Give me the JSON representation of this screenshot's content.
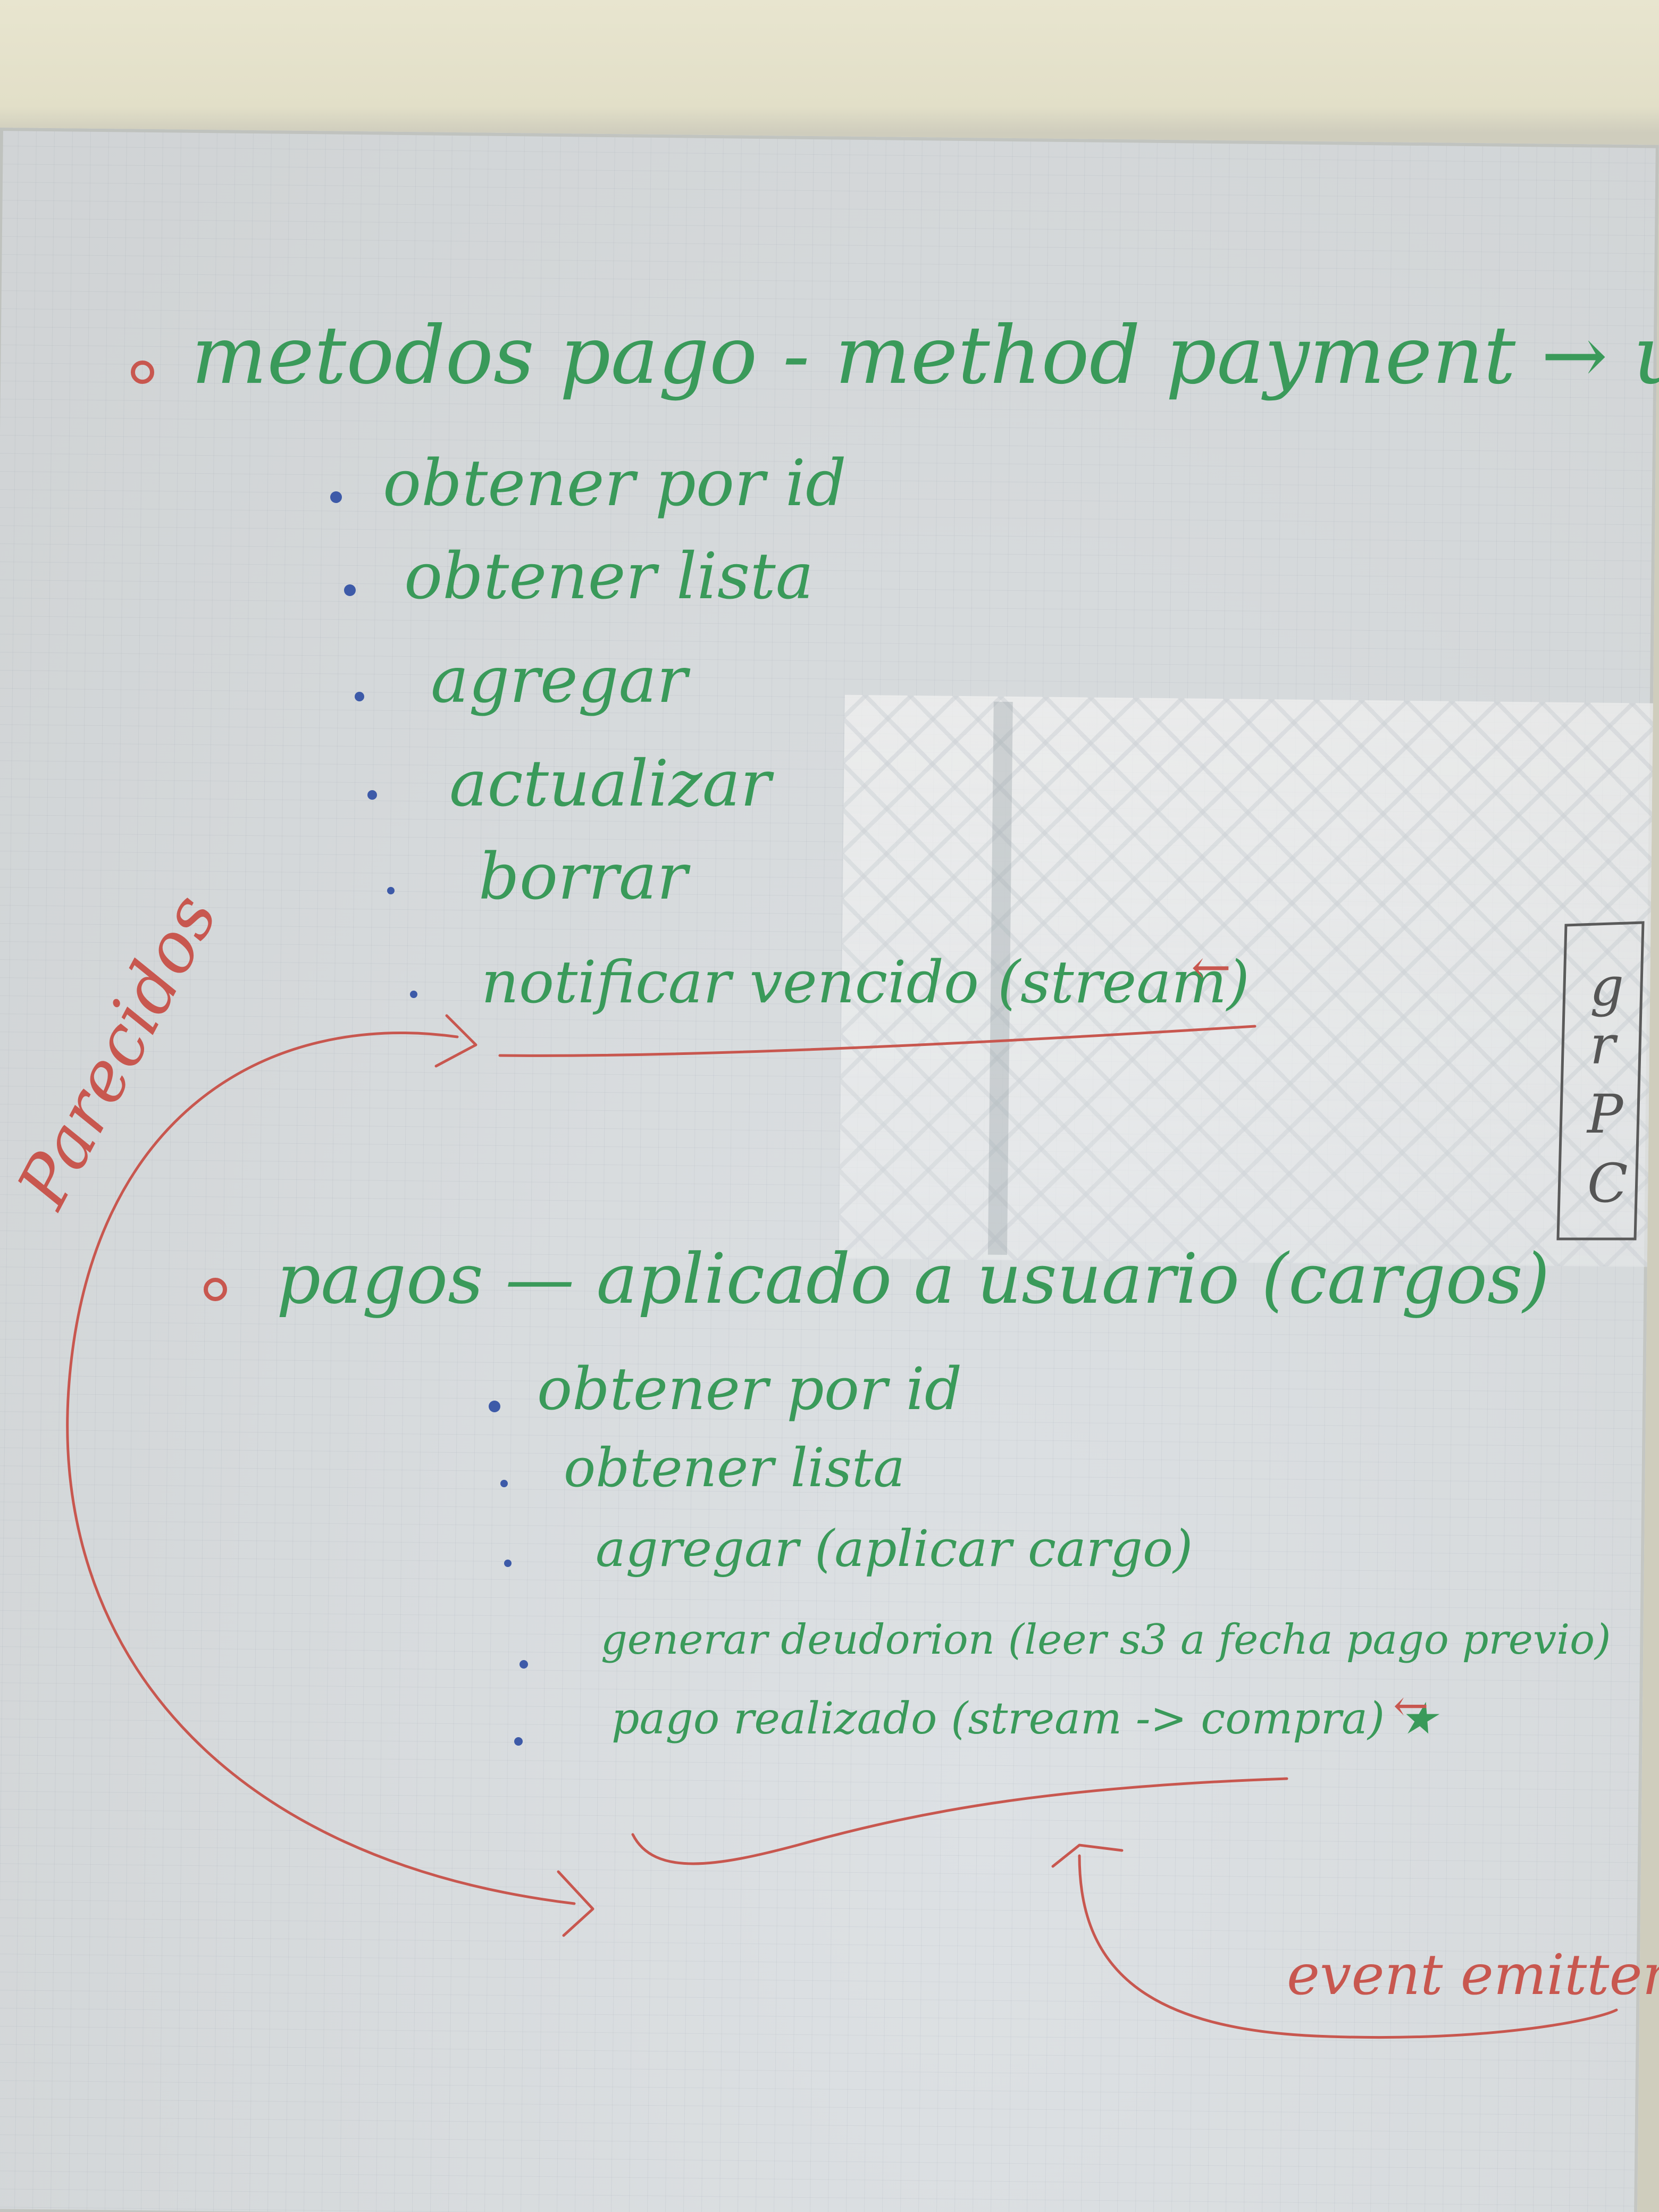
{
  "whiteboard": {
    "section1": {
      "heading": "metodos pago - method payment → use",
      "items": [
        "obtener por id",
        "obtener lista",
        "agregar",
        "actualizar",
        "borrar",
        "notificar vencido (stream)"
      ],
      "item_marker": "←"
    },
    "section2": {
      "heading": "pagos — aplicado a usuario (cargos)",
      "items": [
        "obtener por id",
        "obtener lista",
        "agregar (aplicar cargo)",
        "generar deudorion (leer s3 a fecha pago previo)",
        "pago realizado (stream -> compra) ★"
      ],
      "item_marker": "←"
    },
    "side_label": "Parecidos",
    "box_label": [
      "g",
      "r",
      "P",
      "C"
    ],
    "bottom_label": "event emitter",
    "colors": {
      "green_marker": "#3a9a5a",
      "red_marker": "#c8574f",
      "blue_marker": "#3d5aa8",
      "dark_marker": "#555555",
      "board": "#dde1e4"
    }
  }
}
